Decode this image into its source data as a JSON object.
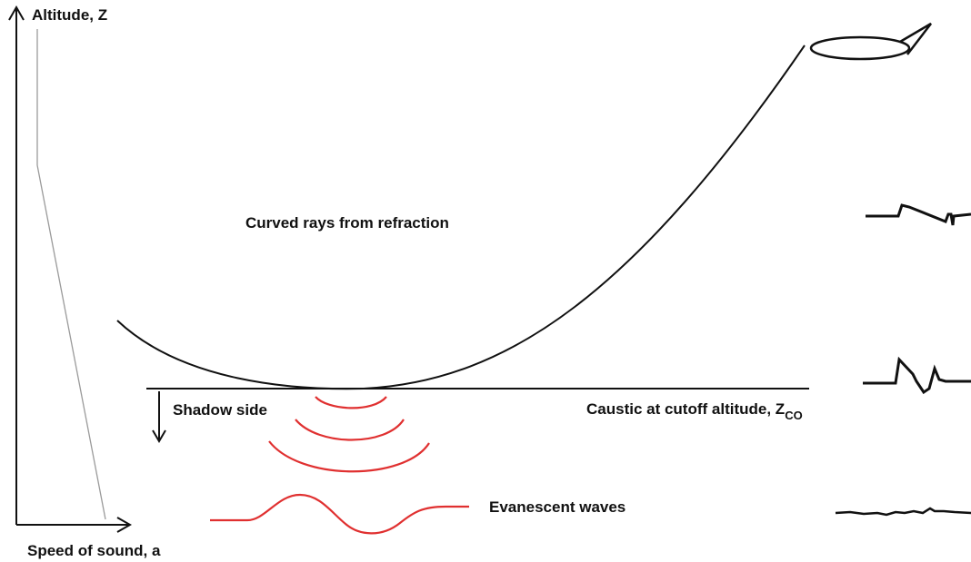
{
  "labels": {
    "y_axis": "Altitude, Z",
    "x_axis": "Speed of sound, a",
    "rays": "Curved rays from refraction",
    "shadow": "Shadow side",
    "caustic": "Caustic at cutoff altitude, Z",
    "caustic_sub": "CO",
    "evanescent": "Evanescent waves"
  },
  "colors": {
    "ink": "#111111",
    "profile": "#9a9a9a",
    "wave": "#e03030"
  },
  "icons": [
    "aircraft-outline-icon",
    "n-wave-signature",
    "focused-boom-signature",
    "evanescent-noise-signature"
  ]
}
